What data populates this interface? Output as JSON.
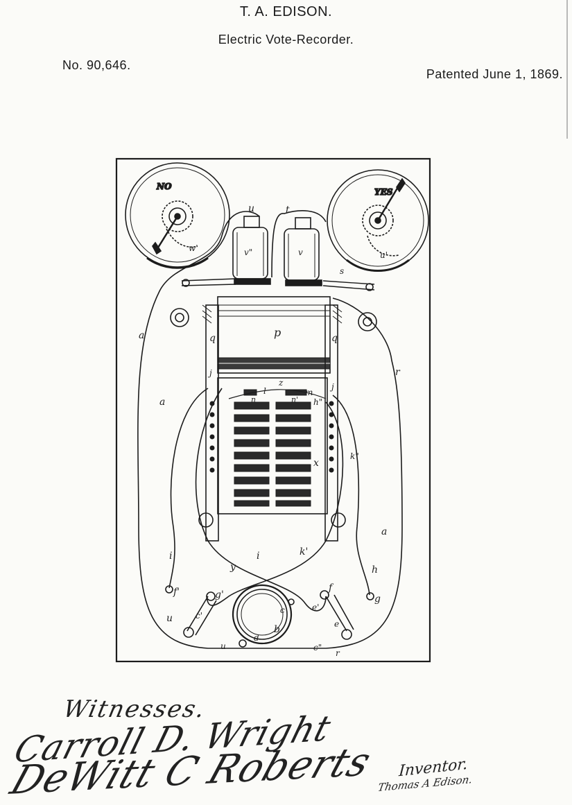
{
  "header": {
    "inventor": "T. A. EDISON.",
    "title": "Electric Vote-Recorder.",
    "number": "No. 90,646.",
    "date": "Patented June 1, 1869."
  },
  "drawing": {
    "dial_labels": {
      "no": "NO",
      "yes": "YES"
    },
    "letters": {
      "p": "p",
      "a_left": "a",
      "a_left2": "a",
      "a_right": "a",
      "r_right": "r",
      "u_top": "u",
      "t_top": "t",
      "v_left": "v\"",
      "v_right": "v",
      "q_left": "q",
      "q_right": "q",
      "s": "s",
      "w": "w'",
      "u2": "u'",
      "i1": "i",
      "i2": "i",
      "k1": "k'",
      "h": "h",
      "h2": "h\"",
      "x": "x",
      "y": "y",
      "f1": "f'",
      "f2": "f",
      "g1": "g'",
      "g2": "g",
      "c1": "c",
      "c2": "c'",
      "c3": "c\"",
      "b": "b",
      "d": "d",
      "e": "e",
      "e1": "e'",
      "u3": "u",
      "u4": "u",
      "r2": "r",
      "j1": "j",
      "j2": "j",
      "l": "l",
      "m": "m",
      "n1": "n",
      "n2": "n'",
      "z": "z",
      "k2": "k\""
    }
  },
  "signatures": {
    "witnesses_label": "Witnesses.",
    "witness_1": "Carroll D. Wright",
    "witness_2": "DeWitt C Roberts",
    "inventor_label": "Inventor.",
    "inventor_signature": "Thomas A Edison."
  }
}
